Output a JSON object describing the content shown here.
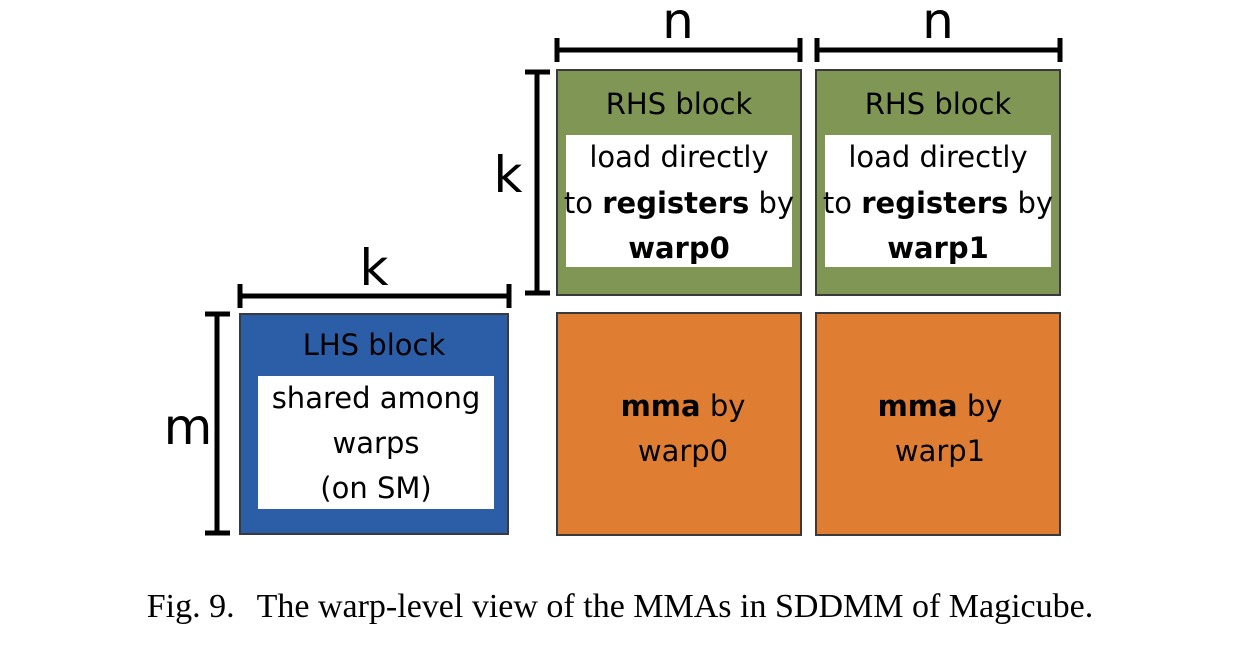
{
  "dimensions": {
    "n_left": "n",
    "n_right": "n",
    "k_vertical": "k",
    "k_horizontal": "k",
    "m": "m"
  },
  "rhs_left": {
    "title": "RHS block",
    "line1": "load directly",
    "line2_pre": "to ",
    "line2_bold": "registers",
    "line2_post": " by",
    "line3_bold": "warp0"
  },
  "rhs_right": {
    "title": "RHS block",
    "line1": "load directly",
    "line2_pre": "to ",
    "line2_bold": "registers",
    "line2_post": " by",
    "line3_bold": "warp1"
  },
  "lhs": {
    "title": "LHS block",
    "line1": "shared among",
    "line2": "warps",
    "line3": "(on SM)"
  },
  "mma_left": {
    "bold": "mma",
    "post": " by",
    "line2": "warp0"
  },
  "mma_right": {
    "bold": "mma",
    "post": " by",
    "line2": "warp1"
  },
  "caption": {
    "label": "Fig. 9.",
    "text": "The warp-level view of the MMAs in SDDMM of Magicube."
  },
  "colors": {
    "rhs": "#7f9654",
    "lhs": "#2b5ea7",
    "mma": "#df7e32",
    "border": "#3a3a3a"
  }
}
